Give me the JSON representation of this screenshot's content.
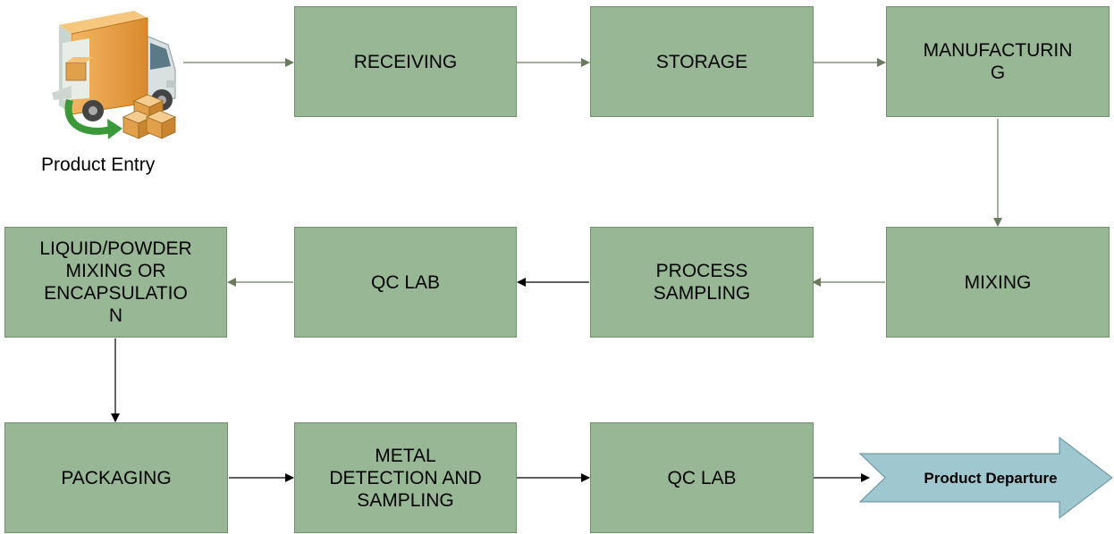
{
  "entry": {
    "label": "Product Entry",
    "icon": "delivery-truck-icon"
  },
  "boxes": {
    "receiving": "RECEIVING",
    "storage": "STORAGE",
    "manufacturing": "MANUFACTURIN\nG",
    "mixing": "MIXING",
    "process_sampling": "PROCESS\nSAMPLING",
    "qc_lab_1": "QC LAB",
    "liquid_powder": "LIQUID/POWDER\nMIXING OR\nENCAPSULATIO\nN",
    "packaging": "PACKAGING",
    "metal_detection": "METAL\nDETECTION AND\nSAMPLING",
    "qc_lab_2": "QC LAB"
  },
  "departure": {
    "label": "Product Departure"
  },
  "colors": {
    "box_fill": "#97b795",
    "box_border": "#6f8f6a",
    "departure_fill": "#9fc7cf",
    "arrow_gray": "#6a7a5c",
    "arrow_black": "#000000"
  }
}
